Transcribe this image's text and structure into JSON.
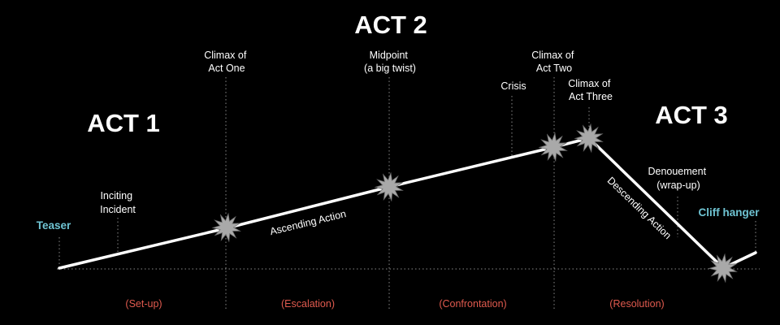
{
  "acts": {
    "act1": "ACT 1",
    "act2": "ACT 2",
    "act3": "ACT 3"
  },
  "labels": {
    "teaser": "Teaser",
    "inciting": [
      "Inciting",
      "Incident"
    ],
    "climax1": [
      "Climax of",
      "Act One"
    ],
    "midpoint": [
      "Midpoint",
      "(a big twist)"
    ],
    "crisis": "Crisis",
    "climax2": [
      "Climax of",
      "Act Two"
    ],
    "climax3": [
      "Climax of",
      "Act Three"
    ],
    "denouement": [
      "Denouement",
      "(wrap-up)"
    ],
    "cliffhanger": "Cliff hanger",
    "ascending": "Ascending Action",
    "descending": "Descending Action"
  },
  "phases": [
    "(Set-up)",
    "(Escalation)",
    "(Confrontation)",
    "(Resolution)"
  ],
  "colors": {
    "background": "#000000",
    "text": "#ffffff",
    "accent_blue": "#6fc4d3",
    "phase_red": "#e05a4e",
    "burst": "#a9a9a9"
  }
}
